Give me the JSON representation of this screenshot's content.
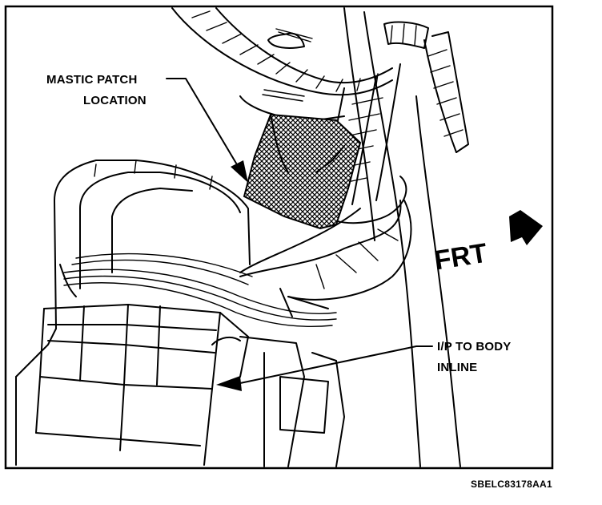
{
  "callouts": {
    "mastic_patch_line1": "MASTIC PATCH",
    "mastic_patch_line2": "LOCATION",
    "ip_to_body_line1": "I/P TO BODY",
    "ip_to_body_line2": "INLINE"
  },
  "direction_label": "FRT",
  "figure_id": "SBELC83178AA1",
  "colors": {
    "ink": "#000000",
    "paper": "#ffffff"
  }
}
